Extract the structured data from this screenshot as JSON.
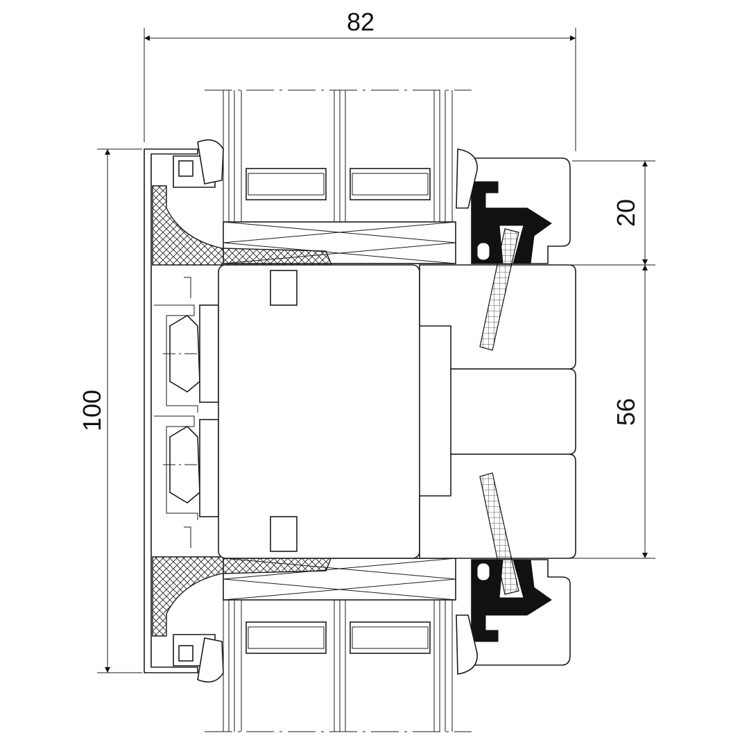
{
  "drawing": {
    "dimensions": {
      "overall_width": "82",
      "overall_height": "100",
      "frame_height": "20",
      "sash_height": "56"
    }
  }
}
